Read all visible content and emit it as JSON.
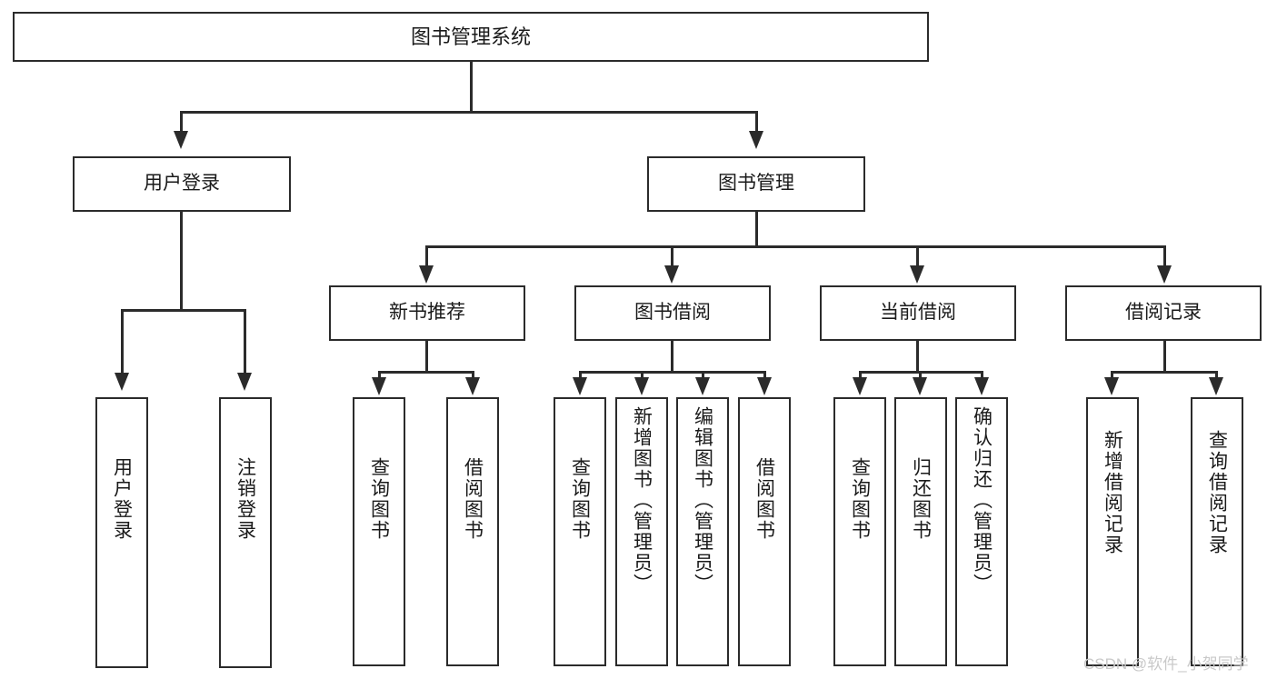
{
  "diagram": {
    "title": "图书管理系统",
    "type": "hierarchy-tree",
    "watermark": "CSDN @软件_小贺同学",
    "colors": {
      "background": "#ffffff",
      "box_border": "#2b2b2b",
      "box_fill": "#ffffff",
      "connector": "#2b2b2b",
      "text": "#1a1a1a",
      "watermark": "#c9c9c9"
    },
    "root": {
      "label": "图书管理系统",
      "children": [
        {
          "label": "用户登录",
          "children": [
            {
              "label": "用户登录"
            },
            {
              "label": "注销登录"
            }
          ]
        },
        {
          "label": "图书管理",
          "children": [
            {
              "label": "新书推荐",
              "children": [
                {
                  "label": "查询图书"
                },
                {
                  "label": "借阅图书"
                }
              ]
            },
            {
              "label": "图书借阅",
              "children": [
                {
                  "label": "查询图书"
                },
                {
                  "label": "新增图书（管理员）"
                },
                {
                  "label": "编辑图书（管理员）"
                },
                {
                  "label": "借阅图书"
                }
              ]
            },
            {
              "label": "当前借阅",
              "children": [
                {
                  "label": "查询图书"
                },
                {
                  "label": "归还图书"
                },
                {
                  "label": "确认归还（管理员）"
                }
              ]
            },
            {
              "label": "借阅记录",
              "children": [
                {
                  "label": "新增借阅记录"
                },
                {
                  "label": "查询借阅记录"
                }
              ]
            }
          ]
        }
      ]
    }
  }
}
